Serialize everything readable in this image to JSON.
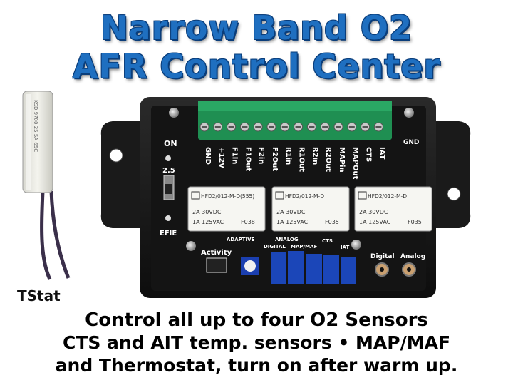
{
  "title": {
    "line1": "Narrow Band O2",
    "line2": "AFR Control Center"
  },
  "caption": {
    "line1": "Control all up to four O2 Sensors",
    "line2": "CTS and AIT temp. sensors • MAP/MAF",
    "line3": "and Thermostat, turn on after warm up."
  },
  "tstat": {
    "label": "TStat",
    "body_text": "KSD 9700\n25 5A 65C"
  },
  "board": {
    "terminals": [
      "GND",
      "+12V",
      "F1in",
      "F1Out",
      "F2in",
      "F2Out",
      "R1in",
      "R1Out",
      "R2in",
      "R2Out",
      "MAPin",
      "MAPOut",
      "CTS",
      "IAT"
    ],
    "labels": {
      "on": "ON",
      "v25": "2.5",
      "efie": "EFIE",
      "gnd": "GND",
      "activity": "Activity",
      "adaptive": "ADAPTIVE",
      "digital_top": "DIGITAL",
      "analog_top": "ANALOG",
      "map_maf": "MAP/MAF",
      "cts": "CTS",
      "iat": "IAT",
      "digital": "Digital",
      "analog": "Analog"
    },
    "relays": [
      {
        "model": "HFD2/012-M-D(555)",
        "line1": "2A 30VDC",
        "line2": "1A 125VAC",
        "code": "F038"
      },
      {
        "model": "HFD2/012-M-D",
        "line1": "2A 30VDC",
        "line2": "1A 125VAC",
        "code": "F035"
      },
      {
        "model": "HFD2/012-M-D",
        "line1": "2A 30VDC",
        "line2": "1A 125VAC",
        "code": "F035"
      }
    ]
  }
}
